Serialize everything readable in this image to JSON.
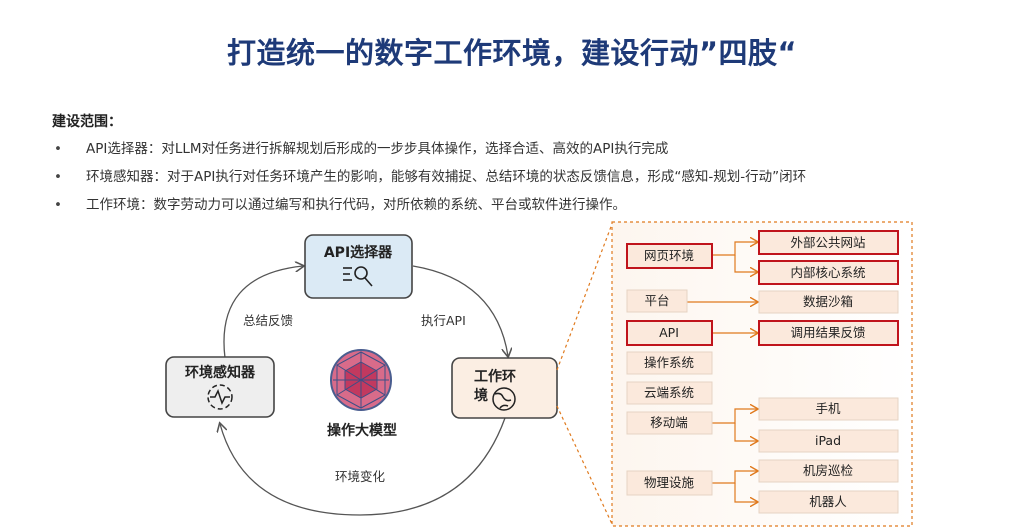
{
  "title": "打造统一的数字工作环境，建设行动”四肢“",
  "scope": {
    "heading": "建设范围：",
    "items": [
      "API选择器：对LLM对任务进行拆解规划后形成的一步步具体操作，选择合适、高效的API执行完成",
      "环境感知器：对于API执行对任务环境产生的影响，能够有效捕捉、总结环境的状态反馈信息，形成“感知-规划-行动”闭环",
      "工作环境：数字劳动力可以通过编写和执行代码，对所依赖的系统、平台或软件进行操作。"
    ]
  },
  "cycle": {
    "api_selector": "API选择器",
    "env_sensor": "环境感知器",
    "work_env_line1": "工作环",
    "work_env_line2": "境",
    "model_label": "操作大模型",
    "edge_summary": "总结反馈",
    "edge_execute": "执行API",
    "edge_change": "环境变化"
  },
  "environment_tree": {
    "categories": [
      "网页环境",
      "平台",
      "API",
      "操作系统",
      "云端系统",
      "移动端",
      "物理设施"
    ],
    "children": [
      "外部公共网站",
      "内部核心系统",
      "数据沙箱",
      "调用结果反馈",
      "手机",
      "iPad",
      "机房巡检",
      "机器人"
    ]
  },
  "colors": {
    "title": "#1e3a78",
    "api_box_fill": "#dbeaf5",
    "work_env_fill": "#fbeee3",
    "env_sensor_fill": "#eeeeee",
    "category_fill": "#fbe9dc",
    "highlight_border": "#c0141c",
    "connector": "#e07a1e"
  }
}
